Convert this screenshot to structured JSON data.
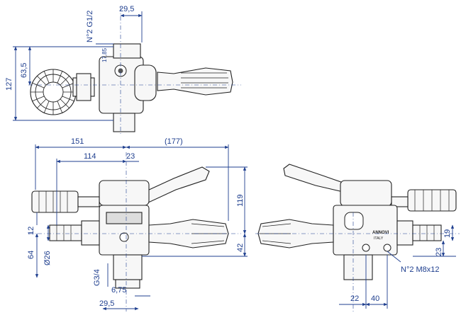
{
  "top_view": {
    "port_thread": "N°2 G1/2",
    "dim_width": "29,5",
    "dim_small": "17,85",
    "dim_total_height": "127",
    "dim_half_height": "63,5"
  },
  "front_view": {
    "dim_left_overall": "151",
    "dim_right_overall": "(177)",
    "dim_inner_left": "114",
    "dim_center": "23",
    "dim_height_119": "119",
    "dim_12": "12",
    "dim_42": "42",
    "dim_64": "64",
    "dim_dia26": "Ø26",
    "dim_g34": "G3/4",
    "dim_675": "6,75",
    "dim_295": "29,5"
  },
  "side_view": {
    "dim_19": "19",
    "dim_23": "23",
    "mount_holes": "N°2 M8x12",
    "dim_22": "22",
    "dim_40": "40",
    "logo_brand": "ANNOVI",
    "logo_origin": "ITALY"
  },
  "colors": {
    "dimension": "#1f3f8f",
    "outline": "#222222"
  }
}
